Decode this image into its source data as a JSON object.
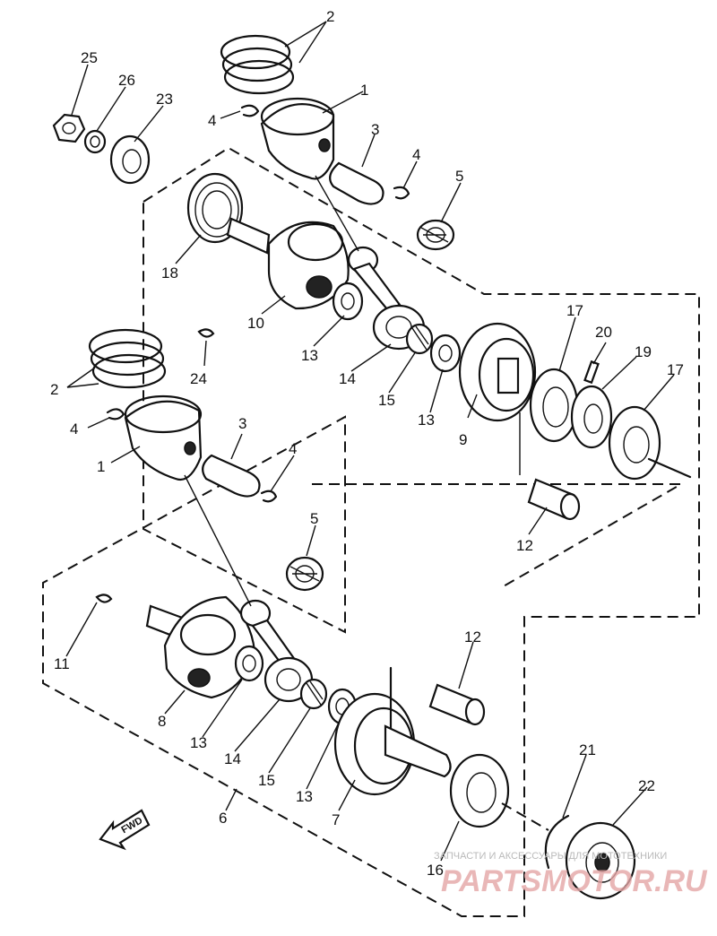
{
  "callouts": [
    {
      "id": "c25a",
      "text": "25"
    },
    {
      "id": "c26a",
      "text": "26"
    },
    {
      "id": "c23a",
      "text": "23"
    },
    {
      "id": "c2a",
      "text": "2"
    },
    {
      "id": "c1a",
      "text": "1"
    },
    {
      "id": "c4a",
      "text": "4"
    },
    {
      "id": "c3a",
      "text": "3"
    },
    {
      "id": "c4b",
      "text": "4"
    },
    {
      "id": "c5a",
      "text": "5"
    },
    {
      "id": "c18a",
      "text": "18"
    },
    {
      "id": "c10a",
      "text": "10"
    },
    {
      "id": "c13a",
      "text": "13"
    },
    {
      "id": "c14a",
      "text": "14"
    },
    {
      "id": "c15a",
      "text": "15"
    },
    {
      "id": "c13b",
      "text": "13"
    },
    {
      "id": "c24a",
      "text": "24"
    },
    {
      "id": "c2b",
      "text": "2"
    },
    {
      "id": "c4c",
      "text": "4"
    },
    {
      "id": "c1b",
      "text": "1"
    },
    {
      "id": "c3b",
      "text": "3"
    },
    {
      "id": "c4d",
      "text": "4"
    },
    {
      "id": "c9a",
      "text": "9"
    },
    {
      "id": "c17a",
      "text": "17"
    },
    {
      "id": "c20a",
      "text": "20"
    },
    {
      "id": "c19a",
      "text": "19"
    },
    {
      "id": "c17b",
      "text": "17"
    },
    {
      "id": "c12a",
      "text": "12"
    },
    {
      "id": "c5b",
      "text": "5"
    },
    {
      "id": "c11a",
      "text": "11"
    },
    {
      "id": "c12b",
      "text": "12"
    },
    {
      "id": "c8a",
      "text": "8"
    },
    {
      "id": "c13c",
      "text": "13"
    },
    {
      "id": "c14b",
      "text": "14"
    },
    {
      "id": "c15b",
      "text": "15"
    },
    {
      "id": "c13d",
      "text": "13"
    },
    {
      "id": "c7a",
      "text": "7"
    },
    {
      "id": "c6a",
      "text": "6"
    },
    {
      "id": "c21a",
      "text": "21"
    },
    {
      "id": "c22a",
      "text": "22"
    },
    {
      "id": "c16a",
      "text": "16"
    }
  ],
  "fwd_label": "FWD",
  "watermark": {
    "tagline": "ЗАПЧАСТИ И АКСЕССУАРЫ ДЛЯ МОТОТЕХНИКИ",
    "brand": "PARTSMOTOR.RU"
  }
}
